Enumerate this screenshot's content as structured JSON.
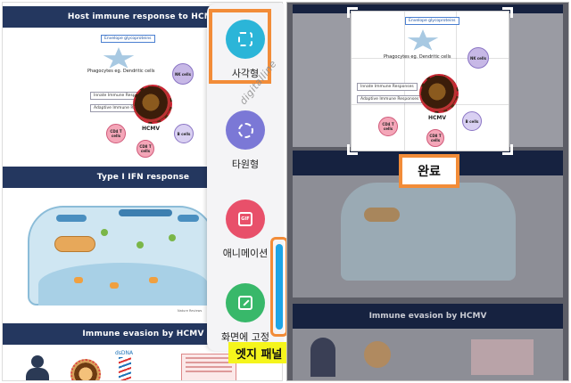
{
  "left_panel": {
    "slide1_title": "Host immune response to HCMV",
    "slide1_labels": {
      "glyco": "Envelope glycoproteins",
      "phago": "Phagocytes eg. Dendritic cells",
      "nk": "NK cells",
      "innate": "Innate Immune Responses",
      "adaptive": "Adaptive Immune Responses",
      "hcmv": "HCMV",
      "cd4": "CD4 T cells",
      "cd8": "CD8 T cells",
      "b": "B cells"
    },
    "slide2_title": "Type I IFN response",
    "slide2_footer": "Nature Reviews",
    "slide3_title": "Immune evasion by HCMV",
    "slide3_dna": "dsDNA"
  },
  "edge_panel": {
    "items": [
      {
        "label": "사각형",
        "icon": "dashed-rectangle-icon",
        "color": "#2bb5d8"
      },
      {
        "label": "타원형",
        "icon": "dashed-oval-icon",
        "color": "#7b78d6"
      },
      {
        "label": "애니메이션",
        "icon": "gif-icon",
        "color": "#e8506a"
      },
      {
        "label": "화면에 고정",
        "icon": "pin-to-screen-icon",
        "color": "#38b86a"
      }
    ],
    "watermark": "digitalline",
    "handle_callout": "엣지 패널 핸들",
    "handle_color": "#1ea5e6",
    "highlight_color": "#f28c38"
  },
  "right_panel": {
    "done_button": "완료",
    "slide3_title": "Immune evasion by HCMV"
  }
}
